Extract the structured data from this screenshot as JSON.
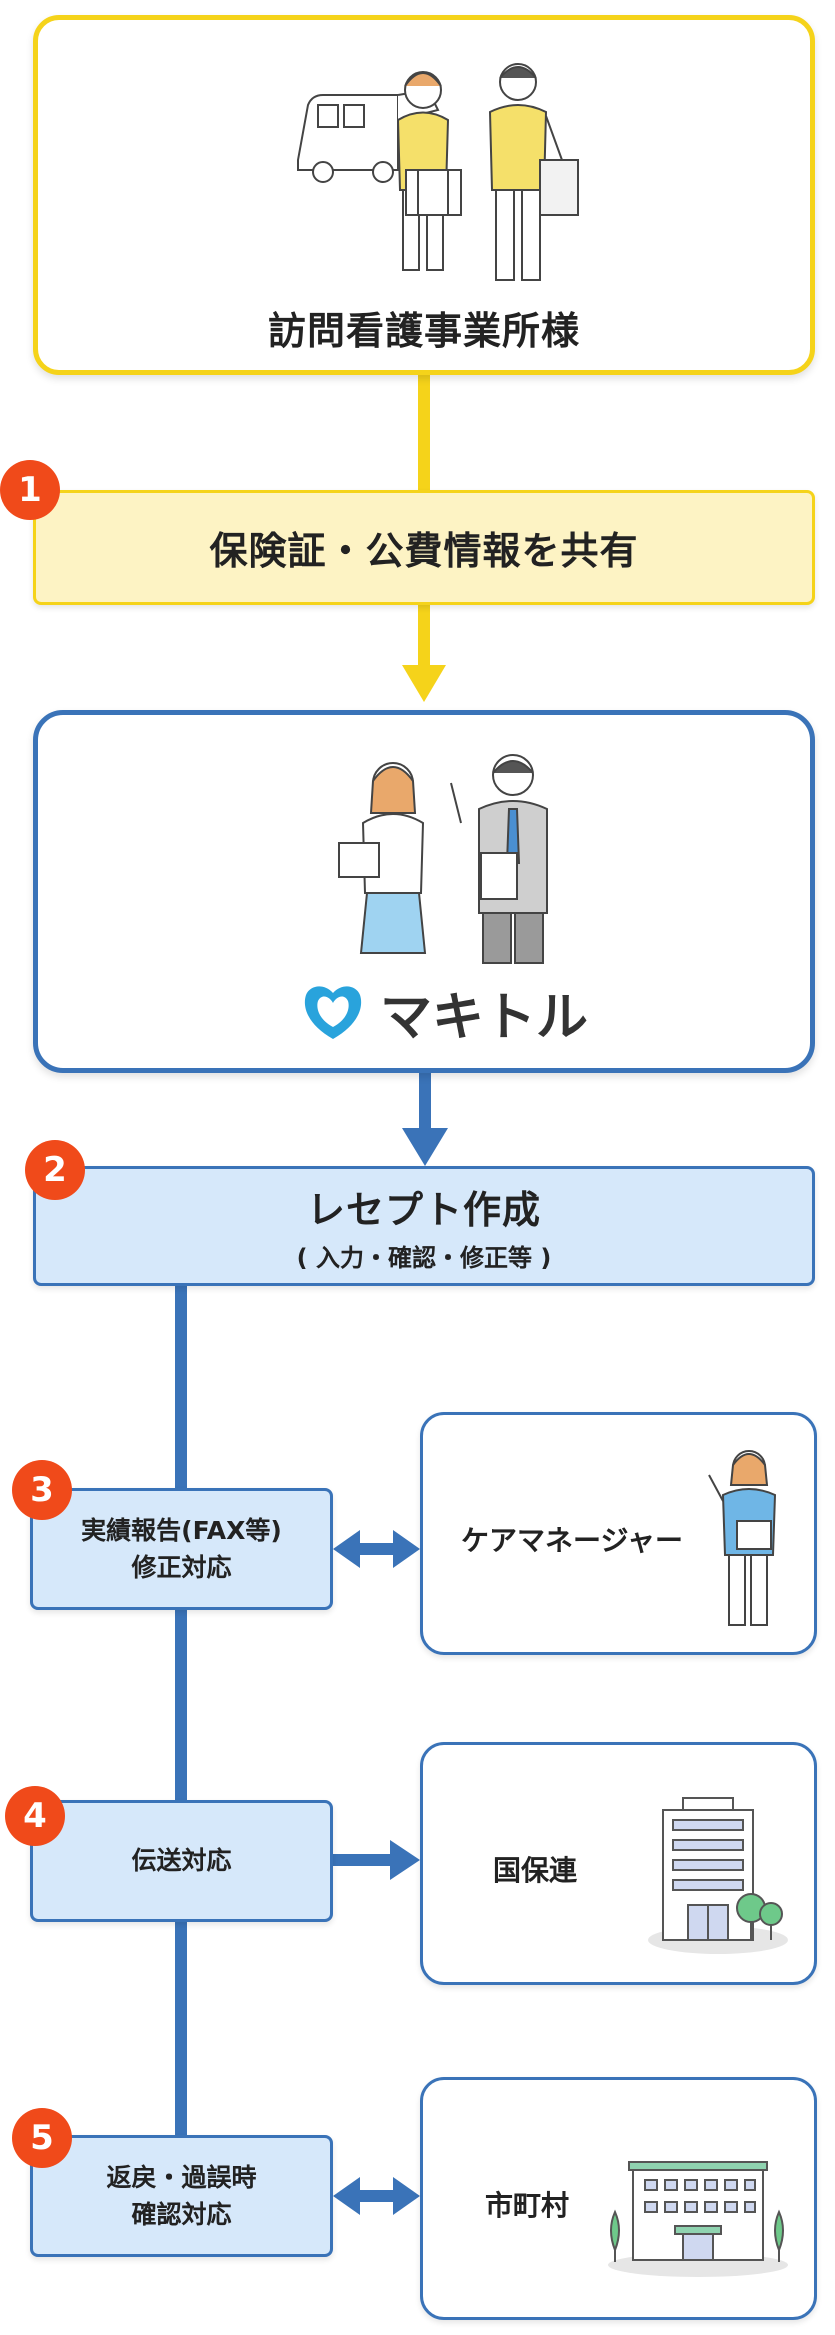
{
  "top_box": {
    "title": "訪問看護事業所様"
  },
  "step1": {
    "badge": "1",
    "label": "保険証・公費情報を共有"
  },
  "makitoru": {
    "logo_text": "マキトル"
  },
  "step2": {
    "badge": "2",
    "label": "レセプト作成",
    "sub": "( 入力・確認・修正等 )"
  },
  "step3": {
    "badge": "3",
    "line1": "実績報告(FAX等)",
    "line2": "修正対応"
  },
  "care_manager": {
    "label": "ケアマネージャー"
  },
  "step4": {
    "badge": "4",
    "label": "伝送対応"
  },
  "kokuho": {
    "label": "国保連"
  },
  "step5": {
    "badge": "5",
    "line1": "返戻・過誤時",
    "line2": "確認対応"
  },
  "city": {
    "label": "市町村"
  },
  "colors": {
    "yellow": "#f5d31a",
    "blue": "#3a73b8",
    "badge": "#f04a1a",
    "light_blue": "#d6e8fa",
    "light_yellow": "#fdf3c4"
  }
}
